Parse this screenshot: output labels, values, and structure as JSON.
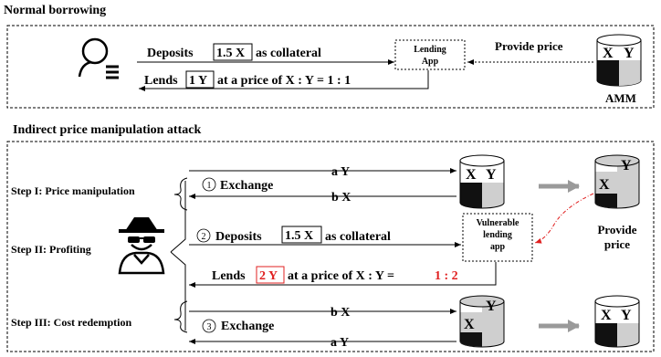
{
  "sections": {
    "normal": {
      "title": "Normal borrowing",
      "deposit_prefix": "Deposits",
      "deposit_amount": "1.5 X",
      "deposit_suffix": "as collateral",
      "lend_prefix": "Lends",
      "lend_amount": "1 Y",
      "lend_suffix": "at a price of X : Y = 1 : 1",
      "lending_app_line1": "Lending",
      "lending_app_line2": "App",
      "provide_price": "Provide price",
      "amm_x": "X",
      "amm_y": "Y",
      "amm_label": "AMM"
    },
    "attack": {
      "title": "Indirect price manipulation attack",
      "step1": "Step I: Price manipulation",
      "step2": "Step II: Profiting",
      "step3": "Step III: Cost redemption",
      "exchange1_num": "1",
      "exchange1_label": "Exchange",
      "arrow_aY_1": "a Y",
      "arrow_bX_1": "b X",
      "deposit_num": "2",
      "deposit_prefix": "Deposits",
      "deposit_amount": "1.5 X",
      "deposit_suffix": "as collateral",
      "vuln_line1": "Vulnerable",
      "vuln_line2": "lending",
      "vuln_line3": "app",
      "lend_prefix": "Lends",
      "lend_amount": "2 Y",
      "lend_mid": "at a price of X : Y =",
      "lend_ratio": "1 : 2",
      "provide_price_1": "Provide",
      "provide_price_2": "price",
      "arrow_bX_3": "b X",
      "exchange3_num": "3",
      "exchange3_label": "Exchange",
      "arrow_aY_3": "a Y",
      "pool_x": "X",
      "pool_y": "Y"
    }
  },
  "colors": {
    "accent_red": "#e02020",
    "pool_dark": "#111111",
    "pool_light": "#cfcfcf",
    "gray_arrow": "#9a9a9a"
  }
}
